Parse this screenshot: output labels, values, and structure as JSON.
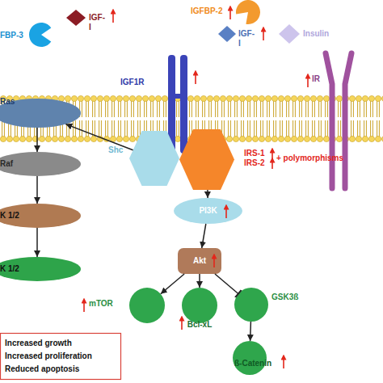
{
  "diagram": {
    "nodes": [
      {
        "text": [
          "FBP-3"
        ]
      },
      {
        "text": [
          "IGF-I"
        ]
      },
      {
        "text": [
          "IGFBP-2"
        ]
      },
      {
        "text": [
          "IGF-I"
        ]
      },
      {
        "text": [
          "Insulin"
        ]
      },
      {
        "text": [
          "IGF1R"
        ]
      },
      {
        "text": [
          "IR"
        ]
      },
      {
        "text": [
          "Ras"
        ]
      },
      {
        "text": [
          "Shc"
        ]
      },
      {
        "text": [
          "IRS-1 IRS-2",
          "+ polymorphisms"
        ]
      },
      {
        "text": [
          "Raf"
        ]
      },
      {
        "text": [
          "PI3K"
        ]
      },
      {
        "text": [
          "K 1/2"
        ]
      },
      {
        "text": [
          "Akt"
        ]
      },
      {
        "text": [
          "K 1/2"
        ]
      },
      {
        "text": [
          "mTOR"
        ]
      },
      {
        "text": [
          "Bcl-xL"
        ]
      },
      {
        "text": [
          "GSK3ß"
        ]
      },
      {
        "text": [
          "Increased growth",
          "Increased proliferation",
          "Reduced apoptosis"
        ]
      },
      {
        "text": [
          "ß-Catenin"
        ]
      }
    ],
    "edges": [
      {
        "from": 8,
        "to": 7,
        "arrow": "to"
      },
      {
        "from": 7,
        "to": 10,
        "arrow": "to"
      },
      {
        "from": 10,
        "to": 12,
        "arrow": "to"
      },
      {
        "from": 12,
        "to": 14,
        "arrow": "to"
      },
      {
        "from": 9,
        "to": 11,
        "arrow": "to"
      },
      {
        "from": 11,
        "to": 13,
        "arrow": "to"
      },
      {
        "from": 13,
        "to": 15,
        "arrow": "to"
      },
      {
        "from": 13,
        "to": 16,
        "arrow": "to"
      },
      {
        "from": 13,
        "to": 17,
        "arrow": "to"
      },
      {
        "from": 17,
        "to": 19,
        "arrow": "to"
      }
    ]
  }
}
